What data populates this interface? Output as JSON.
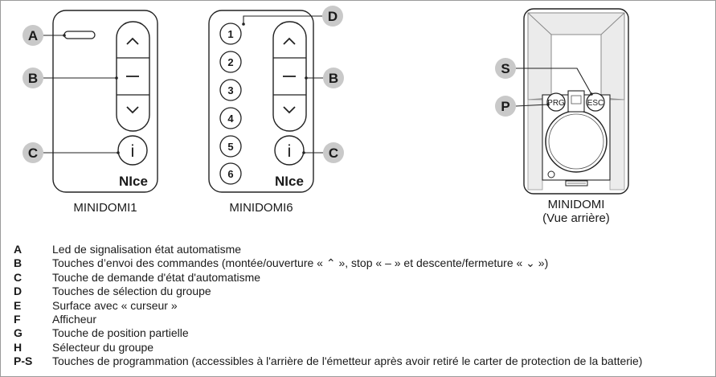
{
  "remotes": [
    {
      "name": "MINIDOMI1",
      "brand": "NIce"
    },
    {
      "name": "MINIDOMI6",
      "brand": "NIce",
      "keys": [
        "1",
        "2",
        "3",
        "4",
        "5",
        "6"
      ]
    }
  ],
  "back_view": {
    "name": "MINIDOMI",
    "subtitle": "(Vue arrière)",
    "btn_left": "PRG",
    "btn_right": "ESC"
  },
  "info_key": "i",
  "callouts": {
    "A": "A",
    "B": "B",
    "C": "C",
    "D": "D",
    "S": "S",
    "P": "P"
  },
  "legend": [
    {
      "code": "A",
      "text": "Led de signalisation état automatisme"
    },
    {
      "code": "B",
      "text": "Touches d’envoi des commandes (montée/ouverture « ⌃ », stop « – » et descente/fermeture « ⌄ »)"
    },
    {
      "code": "C",
      "text": "Touche de demande d'état d'automatisme"
    },
    {
      "code": "D",
      "text": "Touches de sélection du groupe"
    },
    {
      "code": "E",
      "text": "Surface avec « curseur »"
    },
    {
      "code": "F",
      "text": "Afficheur"
    },
    {
      "code": "G",
      "text": "Touche de position partielle"
    },
    {
      "code": "H",
      "text": "Sélecteur du groupe"
    },
    {
      "code": "P-S",
      "text": "Touches de programmation (accessibles à l'arrière de l'émetteur après avoir retiré le carter de protection de la batterie)"
    }
  ]
}
